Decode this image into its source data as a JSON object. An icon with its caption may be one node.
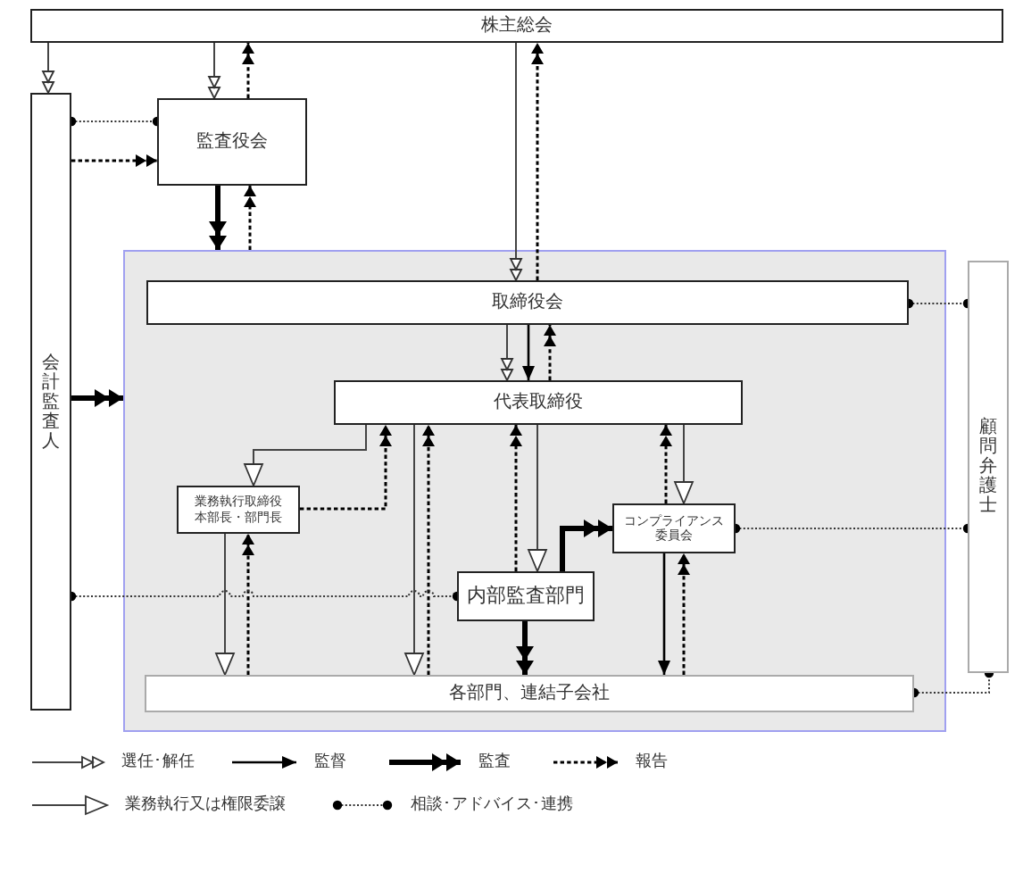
{
  "diagram": {
    "nodes": [
      {
        "text": [
          "株主総会"
        ]
      },
      {
        "text": [
          "監査役会"
        ]
      },
      {
        "text": [
          "会計監査人"
        ]
      },
      {
        "text": [],
        "shape": "box"
      },
      {
        "text": [
          "取締役会"
        ],
        "in": 3
      },
      {
        "text": [
          "代表取締役"
        ],
        "in": 3
      },
      {
        "text": [
          "業務執行取締役本部長・部門長"
        ],
        "in": 3
      },
      {
        "text": [
          "コンプライアンス委員会"
        ],
        "in": 3
      },
      {
        "text": [
          "内部監査部門"
        ],
        "in": 3
      },
      {
        "text": [
          "各部門、連結子会社"
        ],
        "in": 3
      },
      {
        "text": [
          "顧問弁護士"
        ]
      }
    ],
    "edges": [
      {
        "from": 0,
        "to": 2,
        "arrow": "to"
      },
      {
        "from": 0,
        "to": 1,
        "arrow": "to"
      },
      {
        "from": 1,
        "to": 0,
        "arrow": "to",
        "style": "dashed"
      },
      {
        "from": 2,
        "to": 1,
        "arrow": "other",
        "style": "dashed"
      },
      {
        "from": 2,
        "to": 1,
        "arrow": "to",
        "style": "dashed"
      },
      {
        "from": 1,
        "to": 3,
        "arrow": "to",
        "style": "thick"
      },
      {
        "from": 3,
        "to": 1,
        "arrow": "to",
        "style": "dashed"
      },
      {
        "from": 0,
        "to": 4,
        "arrow": "to"
      },
      {
        "from": 4,
        "to": 0,
        "arrow": "to",
        "style": "dashed"
      },
      {
        "from": 4,
        "to": 10,
        "arrow": "other",
        "style": "dashed"
      },
      {
        "from": 2,
        "to": 3,
        "arrow": "to",
        "style": "thick"
      },
      {
        "from": 4,
        "to": 5,
        "arrow": "to"
      },
      {
        "from": 4,
        "to": 5,
        "arrow": "to"
      },
      {
        "from": 5,
        "to": 4,
        "arrow": "to",
        "style": "dashed"
      },
      {
        "from": 5,
        "to": 6,
        "arrow": "to"
      },
      {
        "from": 6,
        "to": 5,
        "arrow": "to",
        "style": "dashed"
      },
      {
        "from": 5,
        "to": 9,
        "arrow": "to"
      },
      {
        "from": 9,
        "to": 5,
        "arrow": "to",
        "style": "dashed"
      },
      {
        "from": 5,
        "to": 8,
        "arrow": "to"
      },
      {
        "from": 8,
        "to": 5,
        "arrow": "to",
        "style": "dashed"
      },
      {
        "from": 5,
        "to": 7,
        "arrow": "to"
      },
      {
        "from": 7,
        "to": 5,
        "arrow": "to",
        "style": "dashed"
      },
      {
        "from": 8,
        "to": 7,
        "arrow": "to",
        "style": "thick"
      },
      {
        "from": 8,
        "to": 9,
        "arrow": "to",
        "style": "thick"
      },
      {
        "from": 7,
        "to": 9,
        "arrow": "to"
      },
      {
        "from": 9,
        "to": 7,
        "arrow": "to",
        "style": "dashed"
      },
      {
        "from": 6,
        "to": 9,
        "arrow": "to"
      },
      {
        "from": 9,
        "to": 6,
        "arrow": "to",
        "style": "dashed"
      },
      {
        "from": 2,
        "to": 8,
        "arrow": "other",
        "style": "dashed"
      },
      {
        "from": 7,
        "to": 10,
        "arrow": "other",
        "style": "dashed"
      },
      {
        "from": 9,
        "to": 10,
        "arrow": "other",
        "style": "dashed"
      }
    ],
    "legend": [
      {
        "text": "選任･解任"
      },
      {
        "text": "監督"
      },
      {
        "text": "監査"
      },
      {
        "text": "報告"
      },
      {
        "text": "業務執行又は権限委譲"
      },
      {
        "text": "相談･アドバイス･連携"
      }
    ]
  }
}
